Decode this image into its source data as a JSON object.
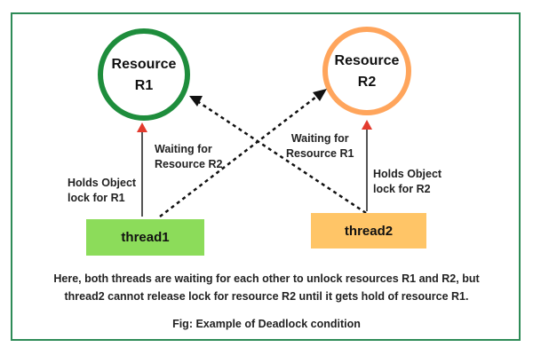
{
  "resources": [
    {
      "id": "r1",
      "line1": "Resource",
      "line2": "R1",
      "color": "#1e8d3c"
    },
    {
      "id": "r2",
      "line1": "Resource",
      "line2": "R2",
      "color": "#ffa55c"
    }
  ],
  "threads": [
    {
      "id": "thread1",
      "label": "thread1",
      "color": "#8cdc5a"
    },
    {
      "id": "thread2",
      "label": "thread2",
      "color": "#ffc567"
    }
  ],
  "labels": {
    "holds_r1": [
      "Holds Object",
      "lock for R1"
    ],
    "waiting_r2": [
      "Waiting for",
      "Resource R2"
    ],
    "waiting_r1": [
      "Waiting for",
      "Resource R1"
    ],
    "holds_r2": [
      "Holds Object",
      "lock for R2"
    ]
  },
  "description": {
    "line1": "Here, both threads are waiting for each other to unlock resources R1 and R2, but",
    "line2": "thread2 cannot release lock for resource R2 until it gets hold of resource R1."
  },
  "caption": "Fig: Example of Deadlock condition",
  "colors": {
    "border": "#2e8b57",
    "arrow_head": "#e33b2e"
  }
}
